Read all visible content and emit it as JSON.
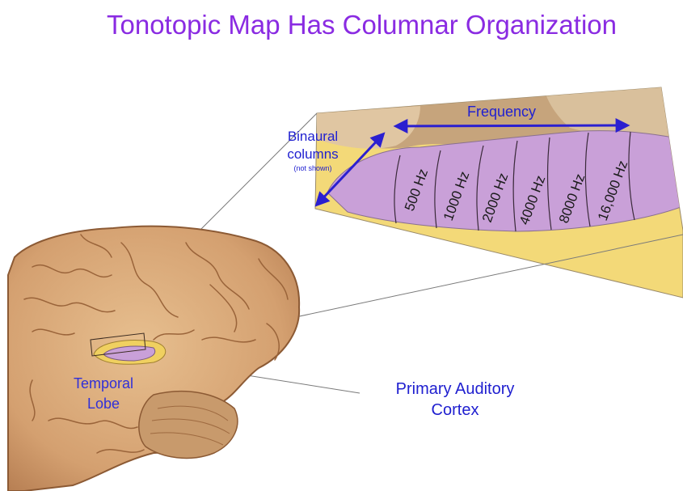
{
  "title": "Tonotopic Map Has Columnar Organization",
  "labels": {
    "binaural_line1": "Binaural",
    "binaural_line2": "columns",
    "binaural_note": "(not shown)",
    "frequency": "Frequency",
    "temporal_line1": "Temporal",
    "temporal_line2": "Lobe",
    "pac_line1": "Primary Auditory",
    "pac_line2": "Cortex"
  },
  "frequency_bands": [
    "500 Hz",
    "1000 Hz",
    "2000 Hz",
    "4000 Hz",
    "8000 Hz",
    "16,000 Hz"
  ],
  "colors": {
    "title": "#8a2be2",
    "label": "#2020d0",
    "cortex": "#c9a0d8",
    "yellow": "#f5dc78",
    "tan": "#c8a57a",
    "brain": "#d9a877"
  }
}
